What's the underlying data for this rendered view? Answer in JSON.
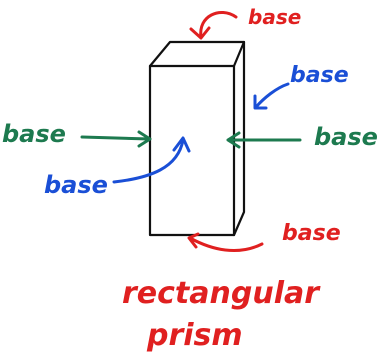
{
  "colors": {
    "outline": "#111111",
    "red": "#e02020",
    "blue": "#1a4fd6",
    "green": "#1d7a4f"
  },
  "labels": {
    "top_base": "base",
    "right_side_base": "base",
    "left_face_base": "base",
    "front_face_base": "base",
    "right_face_base": "base",
    "bottom_base": "base"
  },
  "caption": {
    "line1": "rectangular",
    "line2": "prism"
  }
}
